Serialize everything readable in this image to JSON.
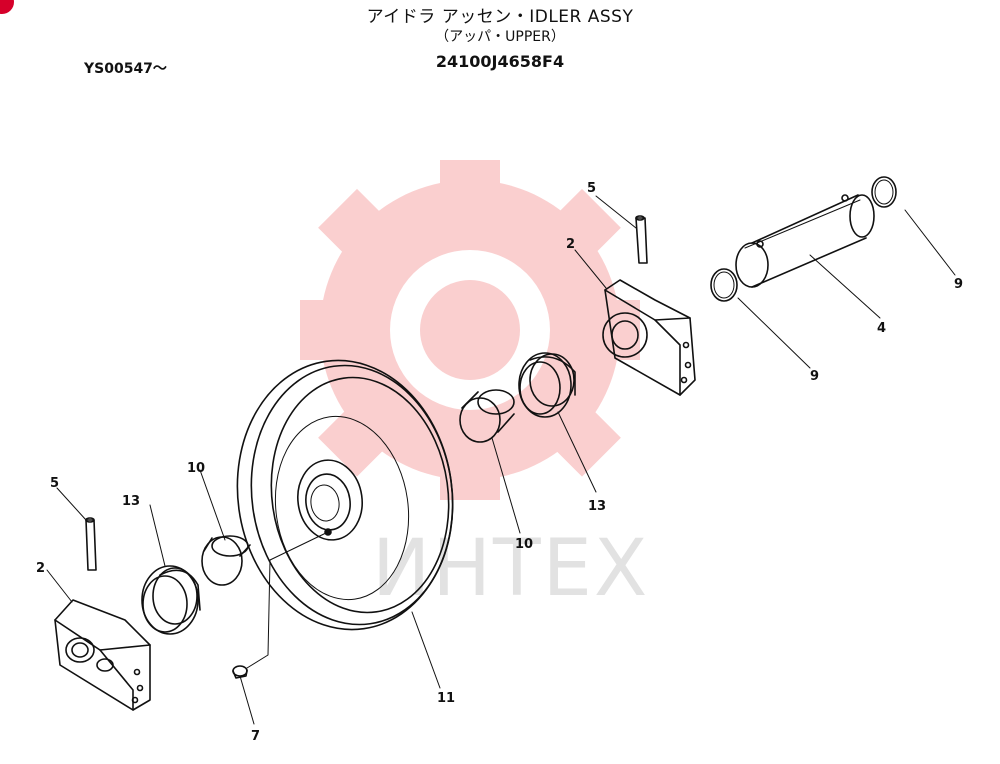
{
  "header": {
    "title": "アイドラ アッセン・IDLER ASSY",
    "subtitle": "（アッパ・UPPER）",
    "part_number": "24100J4658F4",
    "serial": "YS00547～"
  },
  "watermark": {
    "text": "ИНТЕХ",
    "color": "#f9c4c4"
  },
  "callouts": [
    {
      "id": "5a",
      "label": "5"
    },
    {
      "id": "2a",
      "label": "2"
    },
    {
      "id": "9a",
      "label": "9"
    },
    {
      "id": "9b",
      "label": "9"
    },
    {
      "id": "4",
      "label": "4"
    },
    {
      "id": "13a",
      "label": "13"
    },
    {
      "id": "10a",
      "label": "10"
    },
    {
      "id": "10b",
      "label": "10"
    },
    {
      "id": "13b",
      "label": "13"
    },
    {
      "id": "5b",
      "label": "5"
    },
    {
      "id": "2b",
      "label": "2"
    },
    {
      "id": "11",
      "label": "11"
    },
    {
      "id": "7",
      "label": "7"
    }
  ]
}
